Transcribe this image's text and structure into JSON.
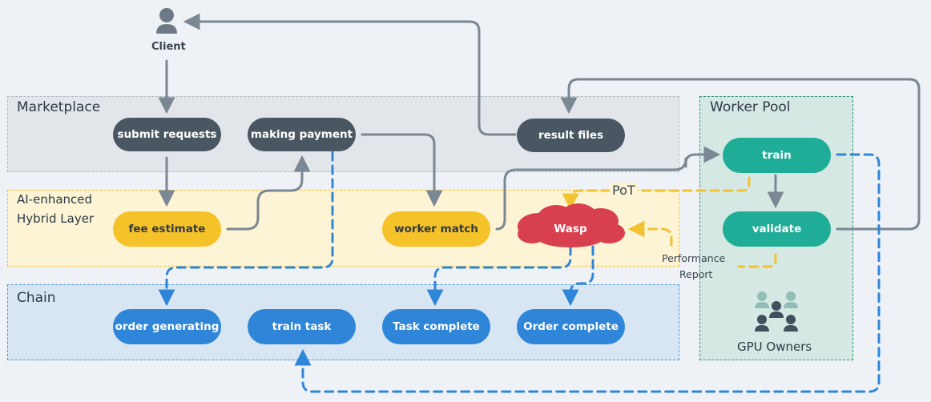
{
  "client": {
    "label": "Client",
    "icon": "person-icon"
  },
  "regions": {
    "marketplace": {
      "title": "Marketplace"
    },
    "hybrid": {
      "title_line1": "AI-enhanced",
      "title_line2": "Hybrid Layer"
    },
    "chain": {
      "title": "Chain"
    },
    "worker_pool": {
      "title": "Worker Pool"
    }
  },
  "nodes": {
    "submit_requests": "submit requests",
    "making_payment": "making payment",
    "result_files": "result files",
    "fee_estimate": "fee estimate",
    "worker_match": "worker match",
    "wasp": "Wasp",
    "order_generating": "order generating",
    "train_task": "train task",
    "task_complete": "Task complete",
    "order_complete": "Order complete",
    "train": "train",
    "validate": "validate"
  },
  "labels": {
    "pot": "PoT",
    "performance_report_line1": "Performance",
    "performance_report_line2": "Report",
    "gpu_owners": "GPU Owners"
  },
  "colors": {
    "dark": "#4a5763",
    "yellow": "#f6c22a",
    "blue": "#2f86d8",
    "teal": "#1fad98",
    "wasp_red": "#d9404f",
    "arrow_gray": "#7b8792"
  }
}
